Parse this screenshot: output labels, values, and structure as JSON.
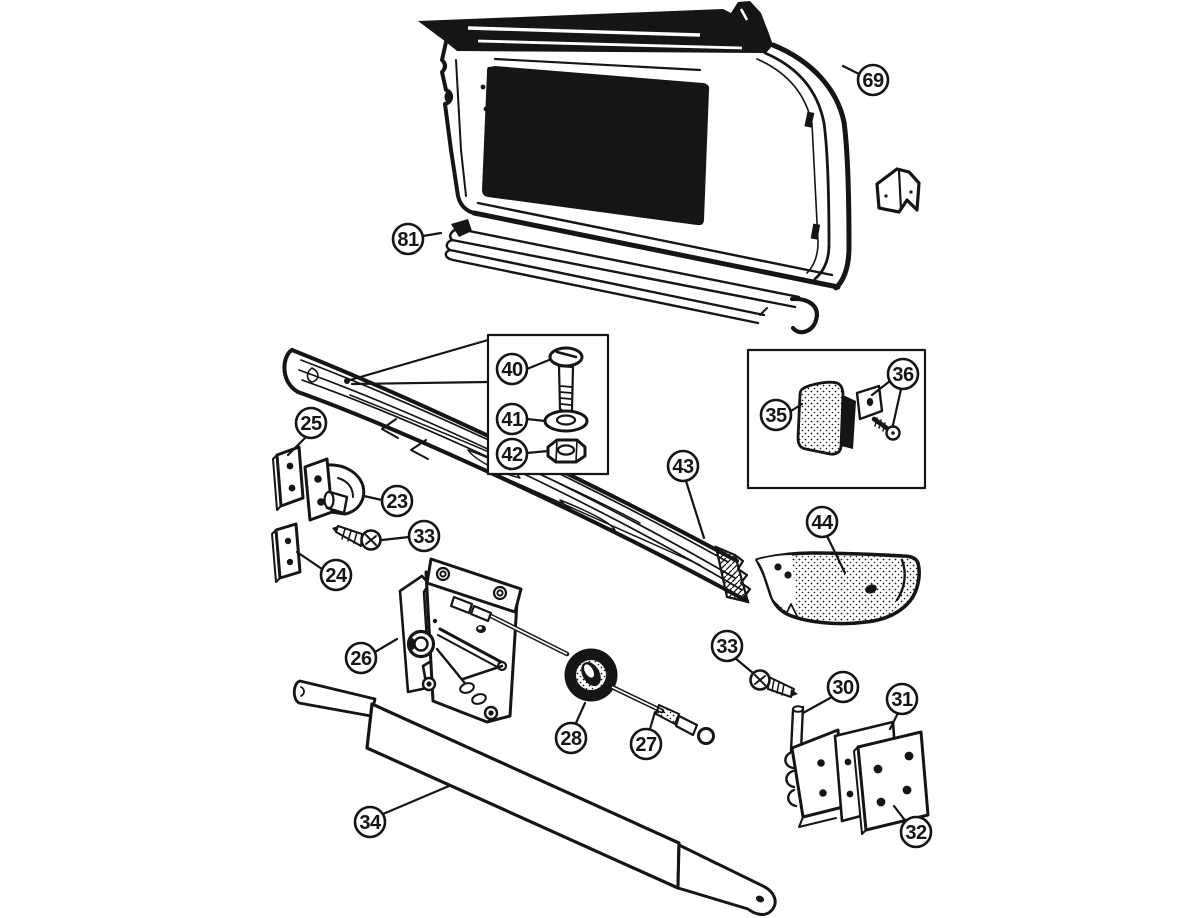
{
  "page": {
    "paper_color": "#ffffff",
    "ink_color": "#151515",
    "description_text": ""
  },
  "callouts": [
    {
      "label": "69"
    },
    {
      "label": "81"
    },
    {
      "label": "40"
    },
    {
      "label": "41"
    },
    {
      "label": "42"
    },
    {
      "label": "35"
    },
    {
      "label": "36"
    },
    {
      "label": "25"
    },
    {
      "label": "23"
    },
    {
      "label": "33"
    },
    {
      "label": "43"
    },
    {
      "label": "44"
    },
    {
      "label": "24"
    },
    {
      "label": "26"
    },
    {
      "label": "28"
    },
    {
      "label": "27"
    },
    {
      "label": "33"
    },
    {
      "label": "30"
    },
    {
      "label": "31"
    },
    {
      "label": "32"
    },
    {
      "label": "34"
    }
  ]
}
